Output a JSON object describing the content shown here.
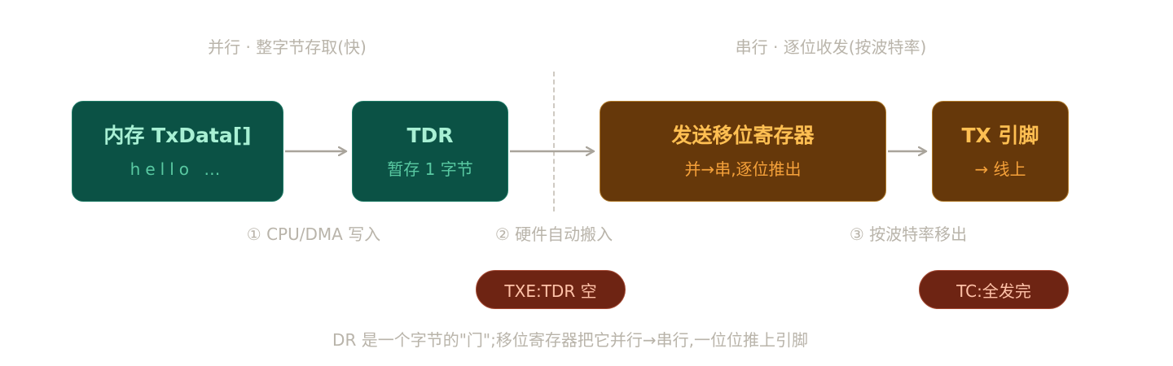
{
  "sections": {
    "parallel_label": "并行 · 整字节存取(快)",
    "serial_label": "串行 · 逐位收发(按波特率)"
  },
  "boxes": {
    "memory": {
      "title": "内存 TxData[]",
      "sub": "hello …"
    },
    "tdr": {
      "title": "TDR",
      "sub": "暂存 1 字节"
    },
    "shift": {
      "title": "发送移位寄存器",
      "sub": "并→串,逐位推出"
    },
    "txpin": {
      "title": "TX 引脚",
      "sub": "→ 线上"
    }
  },
  "steps": {
    "step1": "① CPU/DMA 写入",
    "step2": "② 硬件自动搬入",
    "step3": "③ 按波特率移出"
  },
  "badges": {
    "txe": "TXE:TDR 空",
    "tc": "TC:全发完"
  },
  "footer": "DR 是一个字节的\"门\";移位寄存器把它并行→串行,一位位推上引脚",
  "colors": {
    "green_fill": "#0b5245",
    "brown_fill": "#66380a",
    "badge_fill": "#6e2413",
    "arrow": "#a9a49b",
    "muted_text": "#b9b4aa"
  }
}
